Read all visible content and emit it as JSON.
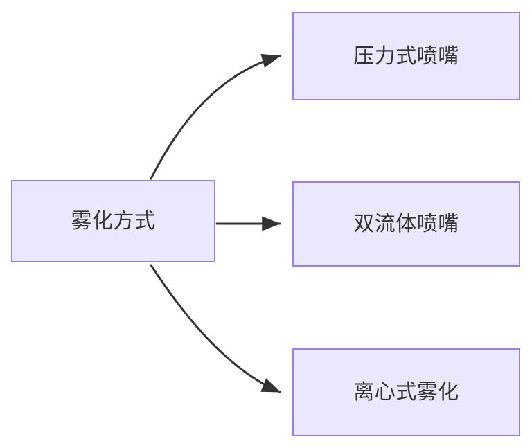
{
  "diagram": {
    "type": "flowchart-tree",
    "background_color": "#ffffff",
    "node_fill_color": "#e9e8fd",
    "node_border_color": "#a07ce8",
    "node_text_color": "#333333",
    "edge_color": "#333333",
    "root": {
      "id": "root",
      "label": "雾化方式"
    },
    "children": [
      {
        "id": "child-0",
        "label": "压力式喷嘴"
      },
      {
        "id": "child-1",
        "label": "双流体喷嘴"
      },
      {
        "id": "child-2",
        "label": "离心式雾化"
      }
    ],
    "edges": [
      {
        "id": "edge-root-to-child-0",
        "from": "root",
        "to": "child-0",
        "shape": "curved",
        "arrowhead": "solid-triangle"
      },
      {
        "id": "edge-root-to-child-1",
        "from": "root",
        "to": "child-1",
        "shape": "straight",
        "arrowhead": "solid-triangle"
      },
      {
        "id": "edge-root-to-child-2",
        "from": "root",
        "to": "child-2",
        "shape": "curved",
        "arrowhead": "solid-triangle"
      }
    ]
  }
}
